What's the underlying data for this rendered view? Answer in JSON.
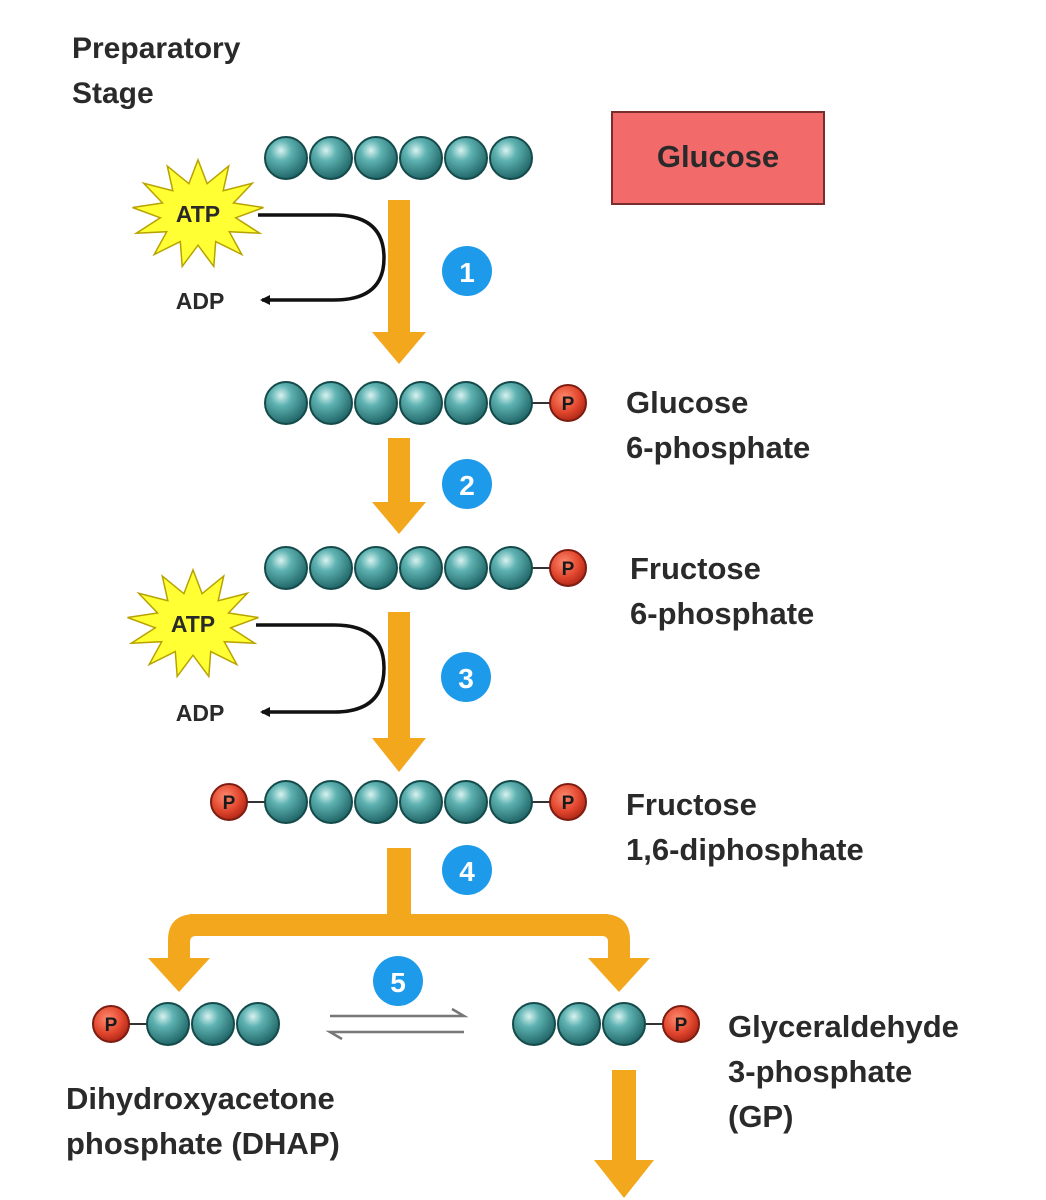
{
  "stage_title": [
    "Preparatory",
    "Stage"
  ],
  "start_label": "Glucose",
  "cofactors": {
    "atp": "ATP",
    "adp": "ADP"
  },
  "phosphate_symbol": "P",
  "steps": [
    "1",
    "2",
    "3",
    "4",
    "5"
  ],
  "molecules": [
    {
      "id": "glucose-6-phosphate",
      "lines": [
        "Glucose",
        "6-phosphate"
      ]
    },
    {
      "id": "fructose-6-phosphate",
      "lines": [
        "Fructose",
        "6-phosphate"
      ]
    },
    {
      "id": "fructose-1-6-diphosphate",
      "lines": [
        "Fructose",
        "1,6-diphosphate"
      ]
    },
    {
      "id": "dhap",
      "lines": [
        "Dihydroxyacetone",
        "phosphate (DHAP)"
      ]
    },
    {
      "id": "gp",
      "lines": [
        "Glyceraldehyde",
        "3-phosphate",
        "(GP)"
      ]
    }
  ],
  "colors": {
    "carbon": "#2f8c8c",
    "phosphate": "#e0452c",
    "flow_arrow": "#f3a71c",
    "step_badge": "#1d9bea",
    "atp_burst": "#ffff33",
    "glucose_box": "#f26a6a"
  }
}
